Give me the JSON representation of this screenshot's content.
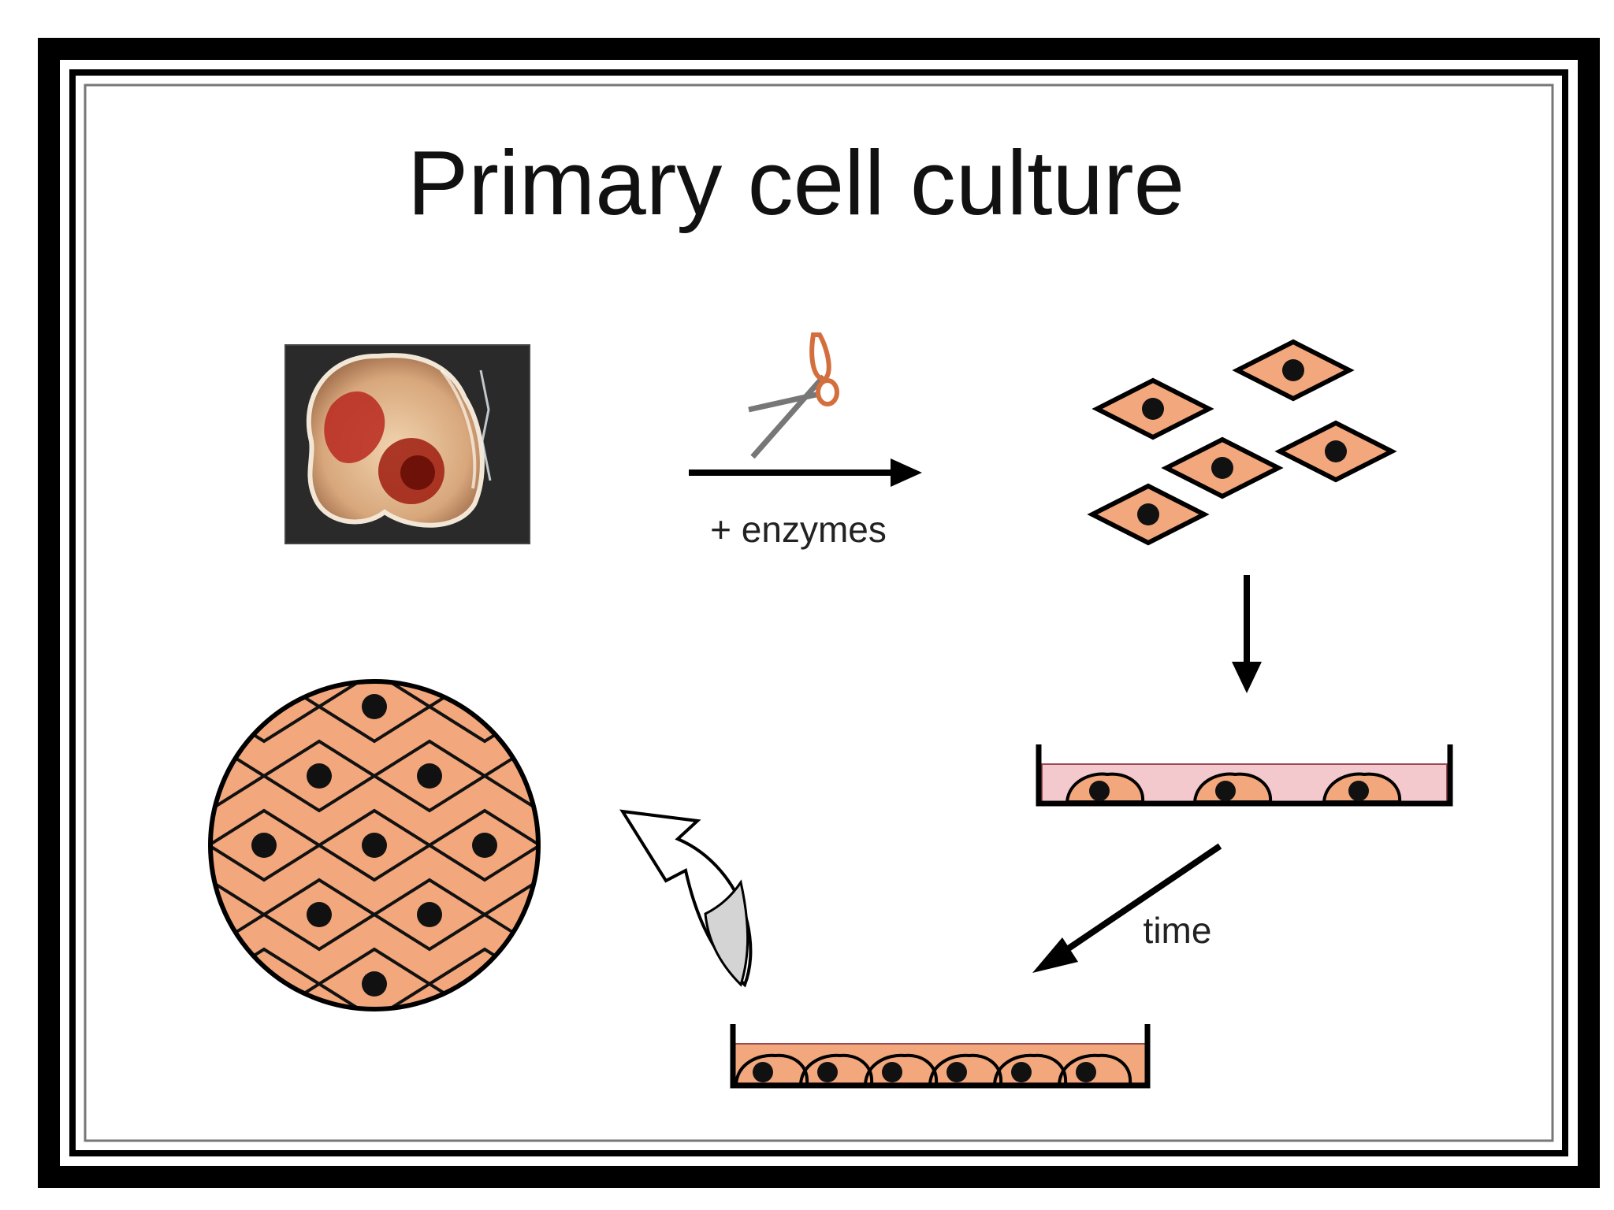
{
  "title": "Primary cell culture",
  "labels": {
    "enzymes": "+ enzymes",
    "time": "time"
  },
  "icons": {
    "scissors": "scissors-icon",
    "flip": "curved-flip-arrow-icon"
  },
  "colors": {
    "frame": "#000000",
    "cell_fill": "#f2a77c",
    "nucleus": "#111111",
    "medium": "#f4c9cd",
    "tissue_bg": "#2b2b2b",
    "tissue_flesh": "#e9c29a",
    "tissue_red": "#b8281e"
  }
}
